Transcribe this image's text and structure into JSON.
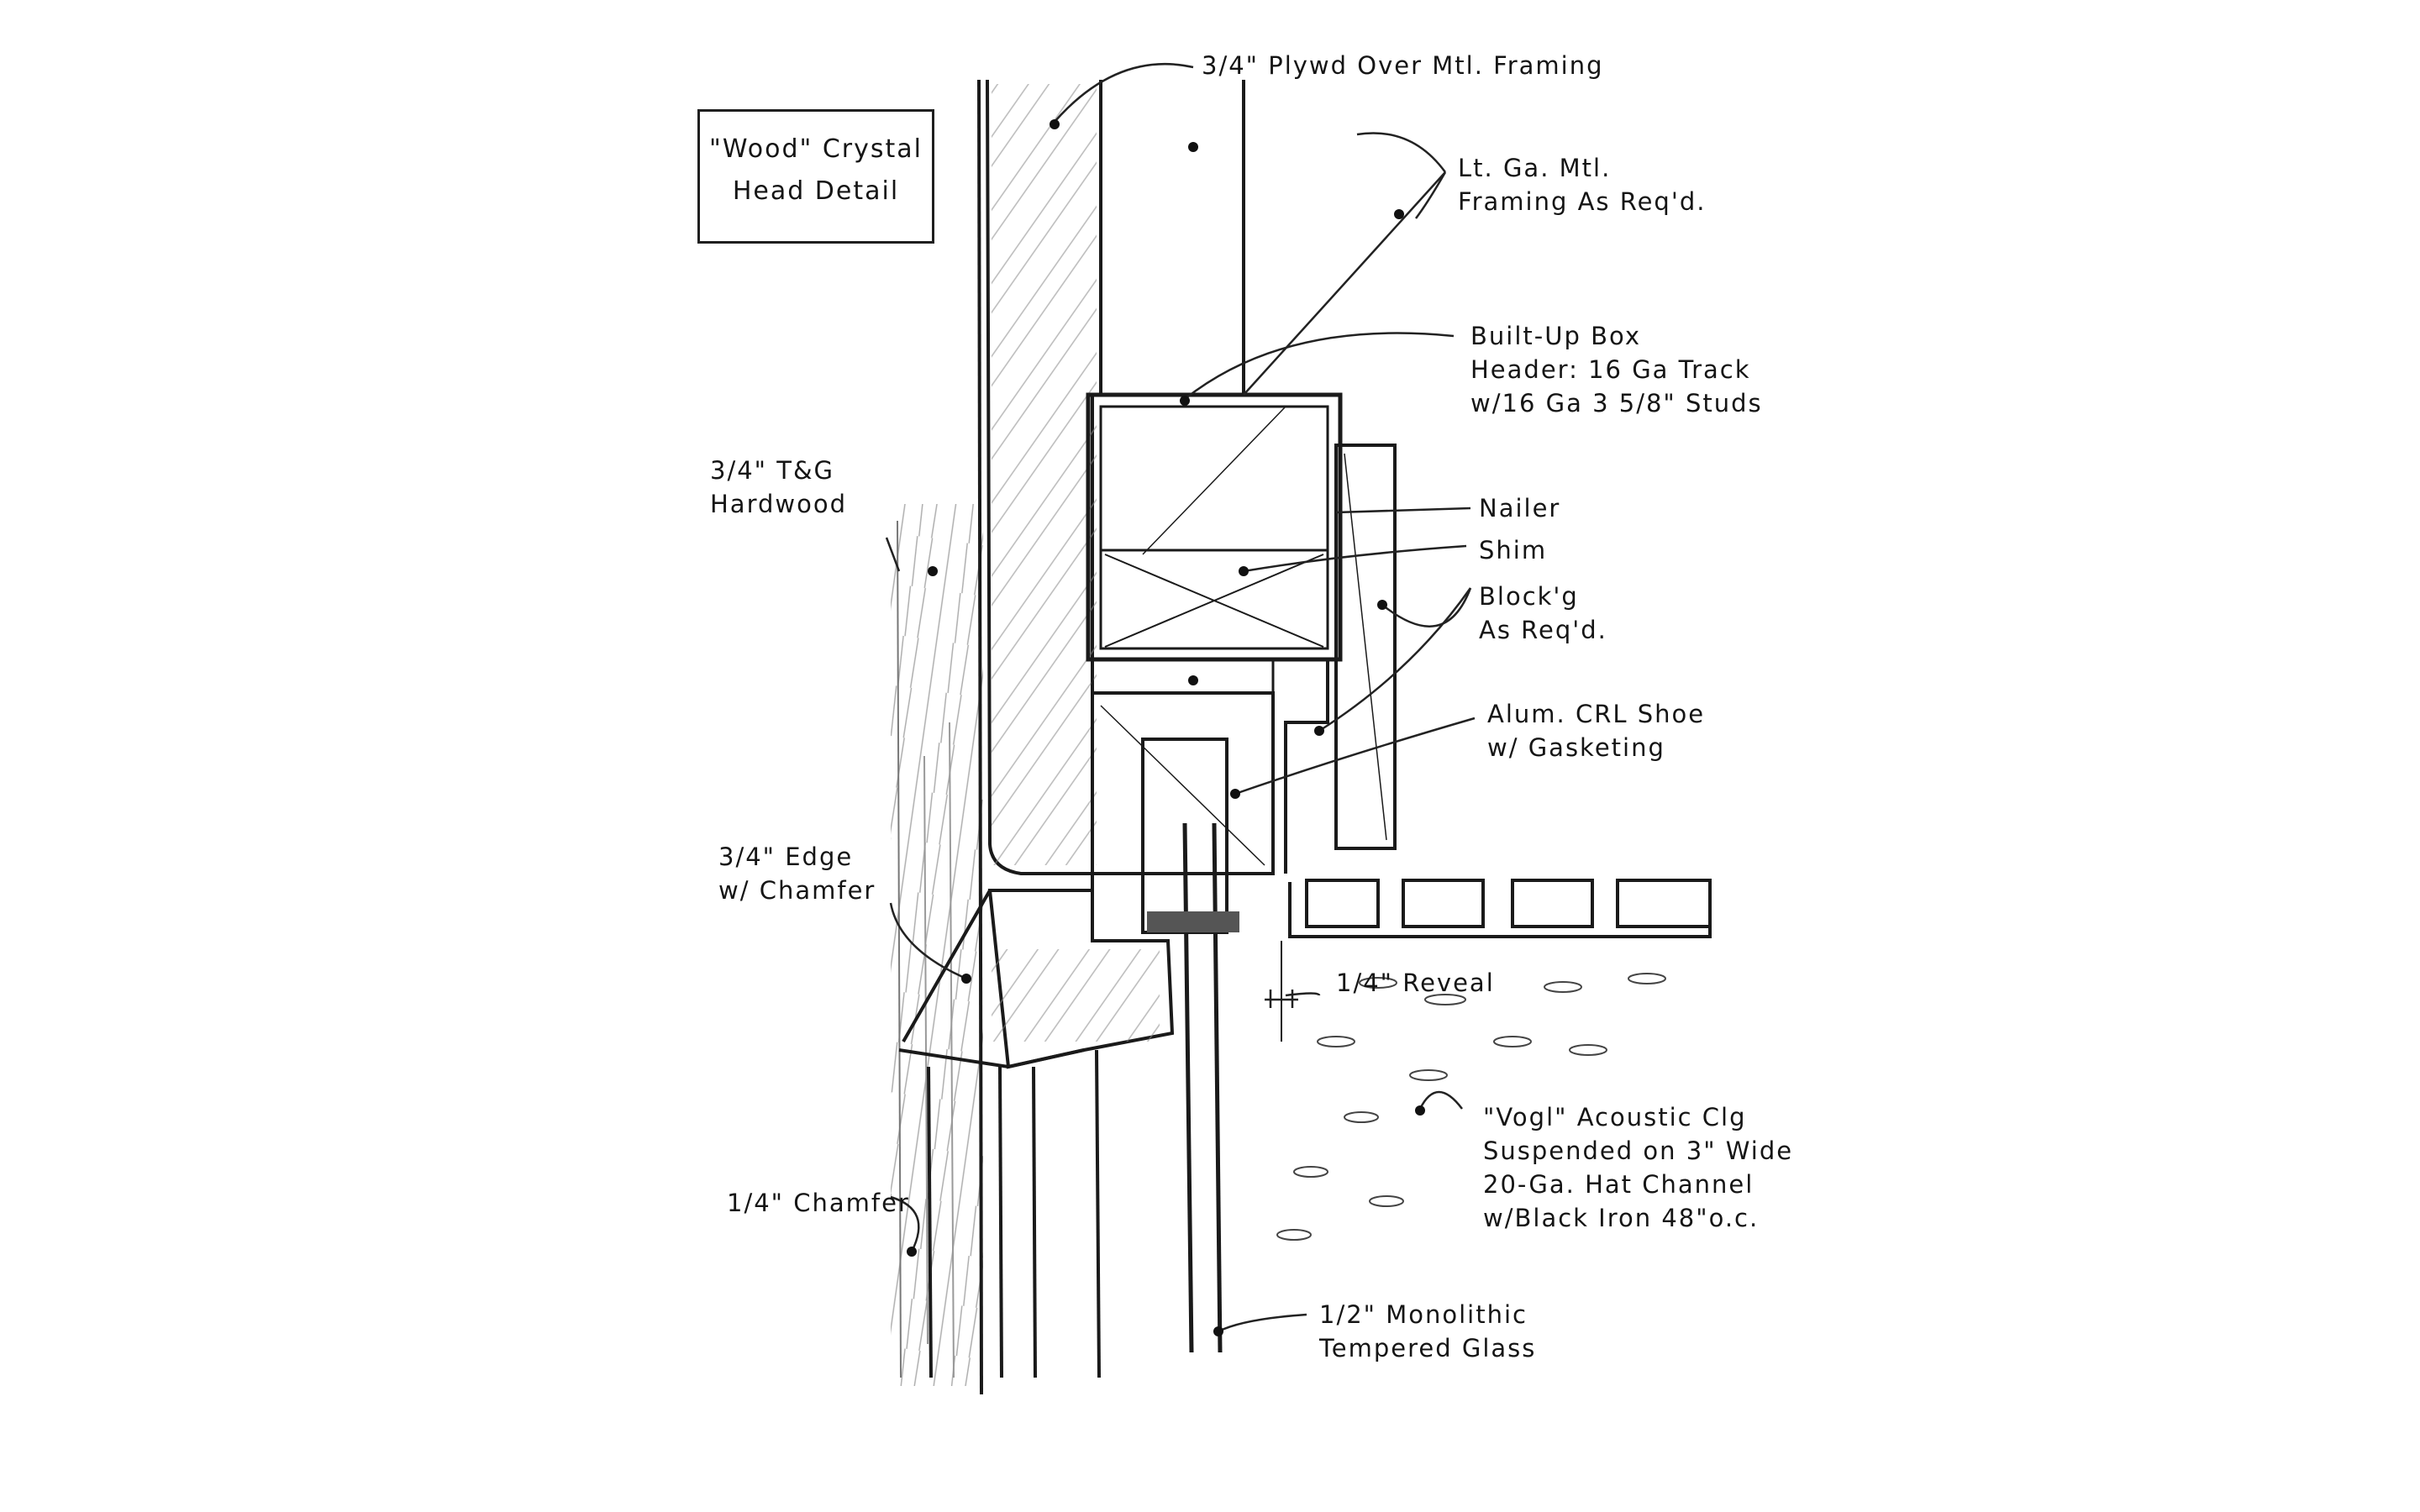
{
  "title": {
    "line1": "\"Wood\" Crystal",
    "line2": "Head Detail"
  },
  "labels": {
    "plywood": "3/4\" Plywd Over Mtl. Framing",
    "framing": [
      "Lt. Ga. Mtl.",
      "Framing As Req'd."
    ],
    "header": [
      "Built-Up Box",
      "Header: 16 Ga Track",
      "w/16 Ga 3 5/8\" Studs"
    ],
    "hardwood": [
      "3/4\" T&G",
      "Hardwood"
    ],
    "nailer": "Nailer",
    "shim": "Shim",
    "blocking": [
      "Block'g",
      "As Req'd."
    ],
    "shoe": [
      "Alum. CRL Shoe",
      "w/ Gasketing"
    ],
    "edge": [
      "3/4\" Edge",
      "w/ Chamfer"
    ],
    "reveal": "1/4\" Reveal",
    "ceiling": [
      "\"Vogl\" Acoustic Clg",
      "Suspended on 3\" Wide",
      "20-Ga. Hat Channel",
      "w/Black Iron 48\"o.c."
    ],
    "chamfer": "1/4\" Chamfer",
    "glass": [
      "1/2\" Monolithic",
      "Tempered Glass"
    ]
  }
}
